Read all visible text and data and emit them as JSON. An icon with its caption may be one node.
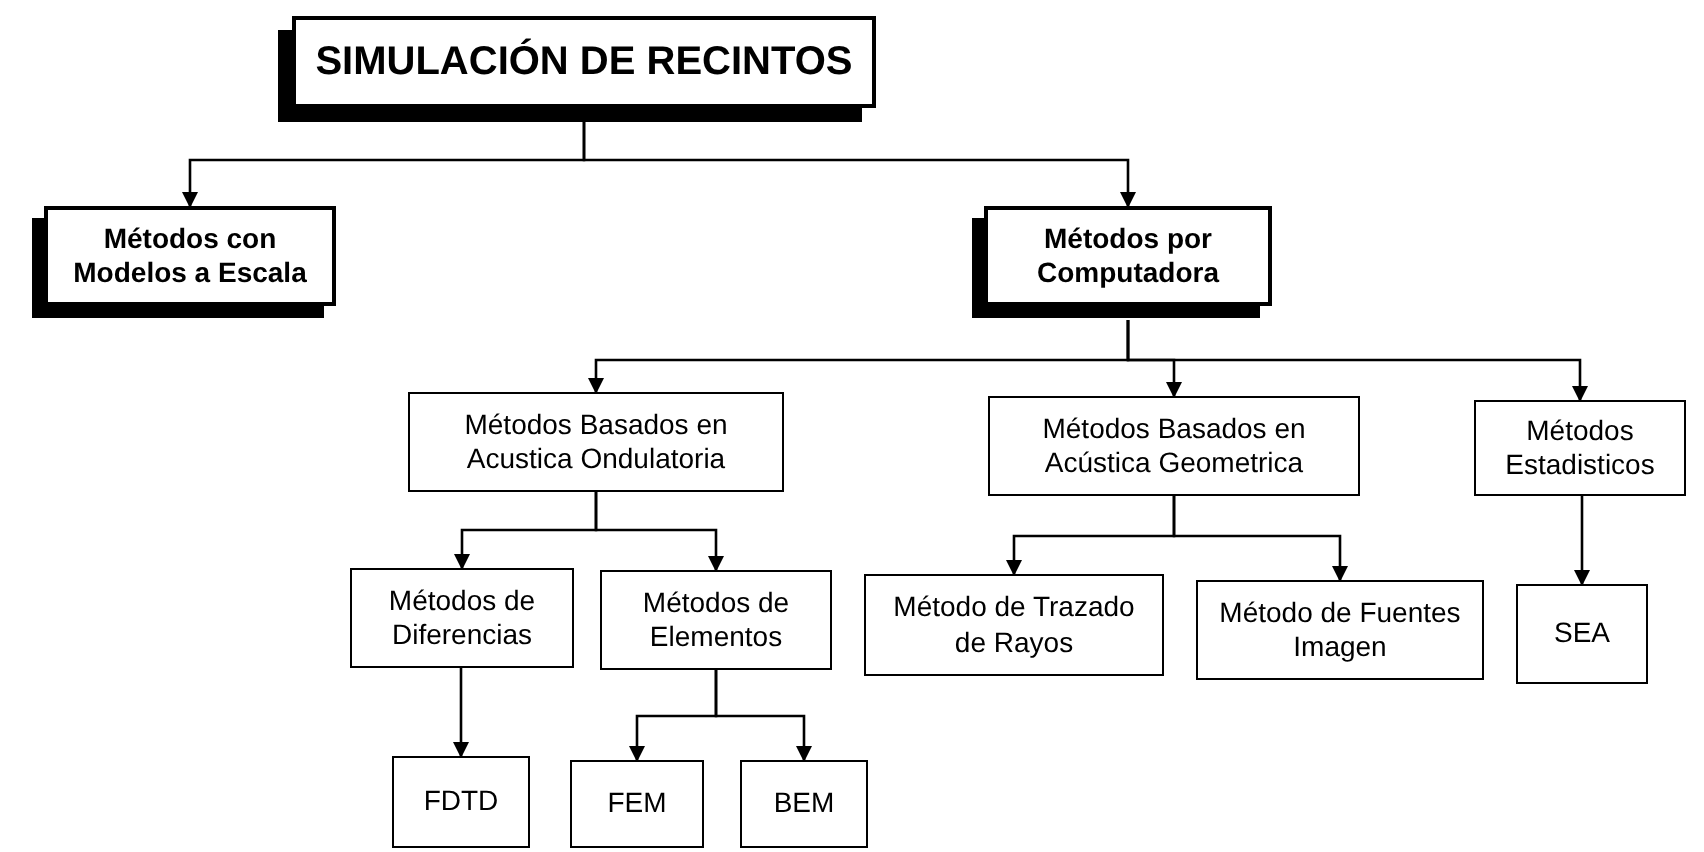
{
  "diagram": {
    "nodes": [
      {
        "text": [
          "SIMULACIÓN DE RECINTOS"
        ]
      },
      {
        "text": [
          "Métodos con Modelos a Escala"
        ]
      },
      {
        "text": [
          "Métodos por Computadora"
        ]
      },
      {
        "text": [
          "Métodos Basados en Acustica Ondulatoria"
        ]
      },
      {
        "text": [
          "Métodos Basados en Acústica Geometrica"
        ]
      },
      {
        "text": [
          "Métodos Estadisticos"
        ]
      },
      {
        "text": [
          "Métodos de Diferencias"
        ]
      },
      {
        "text": [
          "Métodos de Elementos"
        ]
      },
      {
        "text": [
          "Método de Trazado de Rayos"
        ]
      },
      {
        "text": [
          "Método de Fuentes Imagen"
        ]
      },
      {
        "text": [
          "SEA"
        ]
      },
      {
        "text": [
          "FDTD"
        ]
      },
      {
        "text": [
          "FEM"
        ]
      },
      {
        "text": [
          "BEM"
        ]
      }
    ],
    "edges": [
      {
        "from": 0,
        "to": 1,
        "arrow": "to"
      },
      {
        "from": 0,
        "to": 2,
        "arrow": "to"
      },
      {
        "from": 2,
        "to": 3,
        "arrow": "to"
      },
      {
        "from": 2,
        "to": 4,
        "arrow": "to"
      },
      {
        "from": 2,
        "to": 5,
        "arrow": "to"
      },
      {
        "from": 3,
        "to": 6,
        "arrow": "to"
      },
      {
        "from": 3,
        "to": 7,
        "arrow": "to"
      },
      {
        "from": 6,
        "to": 11,
        "arrow": "to"
      },
      {
        "from": 7,
        "to": 12,
        "arrow": "to"
      },
      {
        "from": 7,
        "to": 13,
        "arrow": "to"
      },
      {
        "from": 4,
        "to": 8,
        "arrow": "to"
      },
      {
        "from": 4,
        "to": 9,
        "arrow": "to"
      },
      {
        "from": 5,
        "to": 10,
        "arrow": "to"
      }
    ]
  }
}
